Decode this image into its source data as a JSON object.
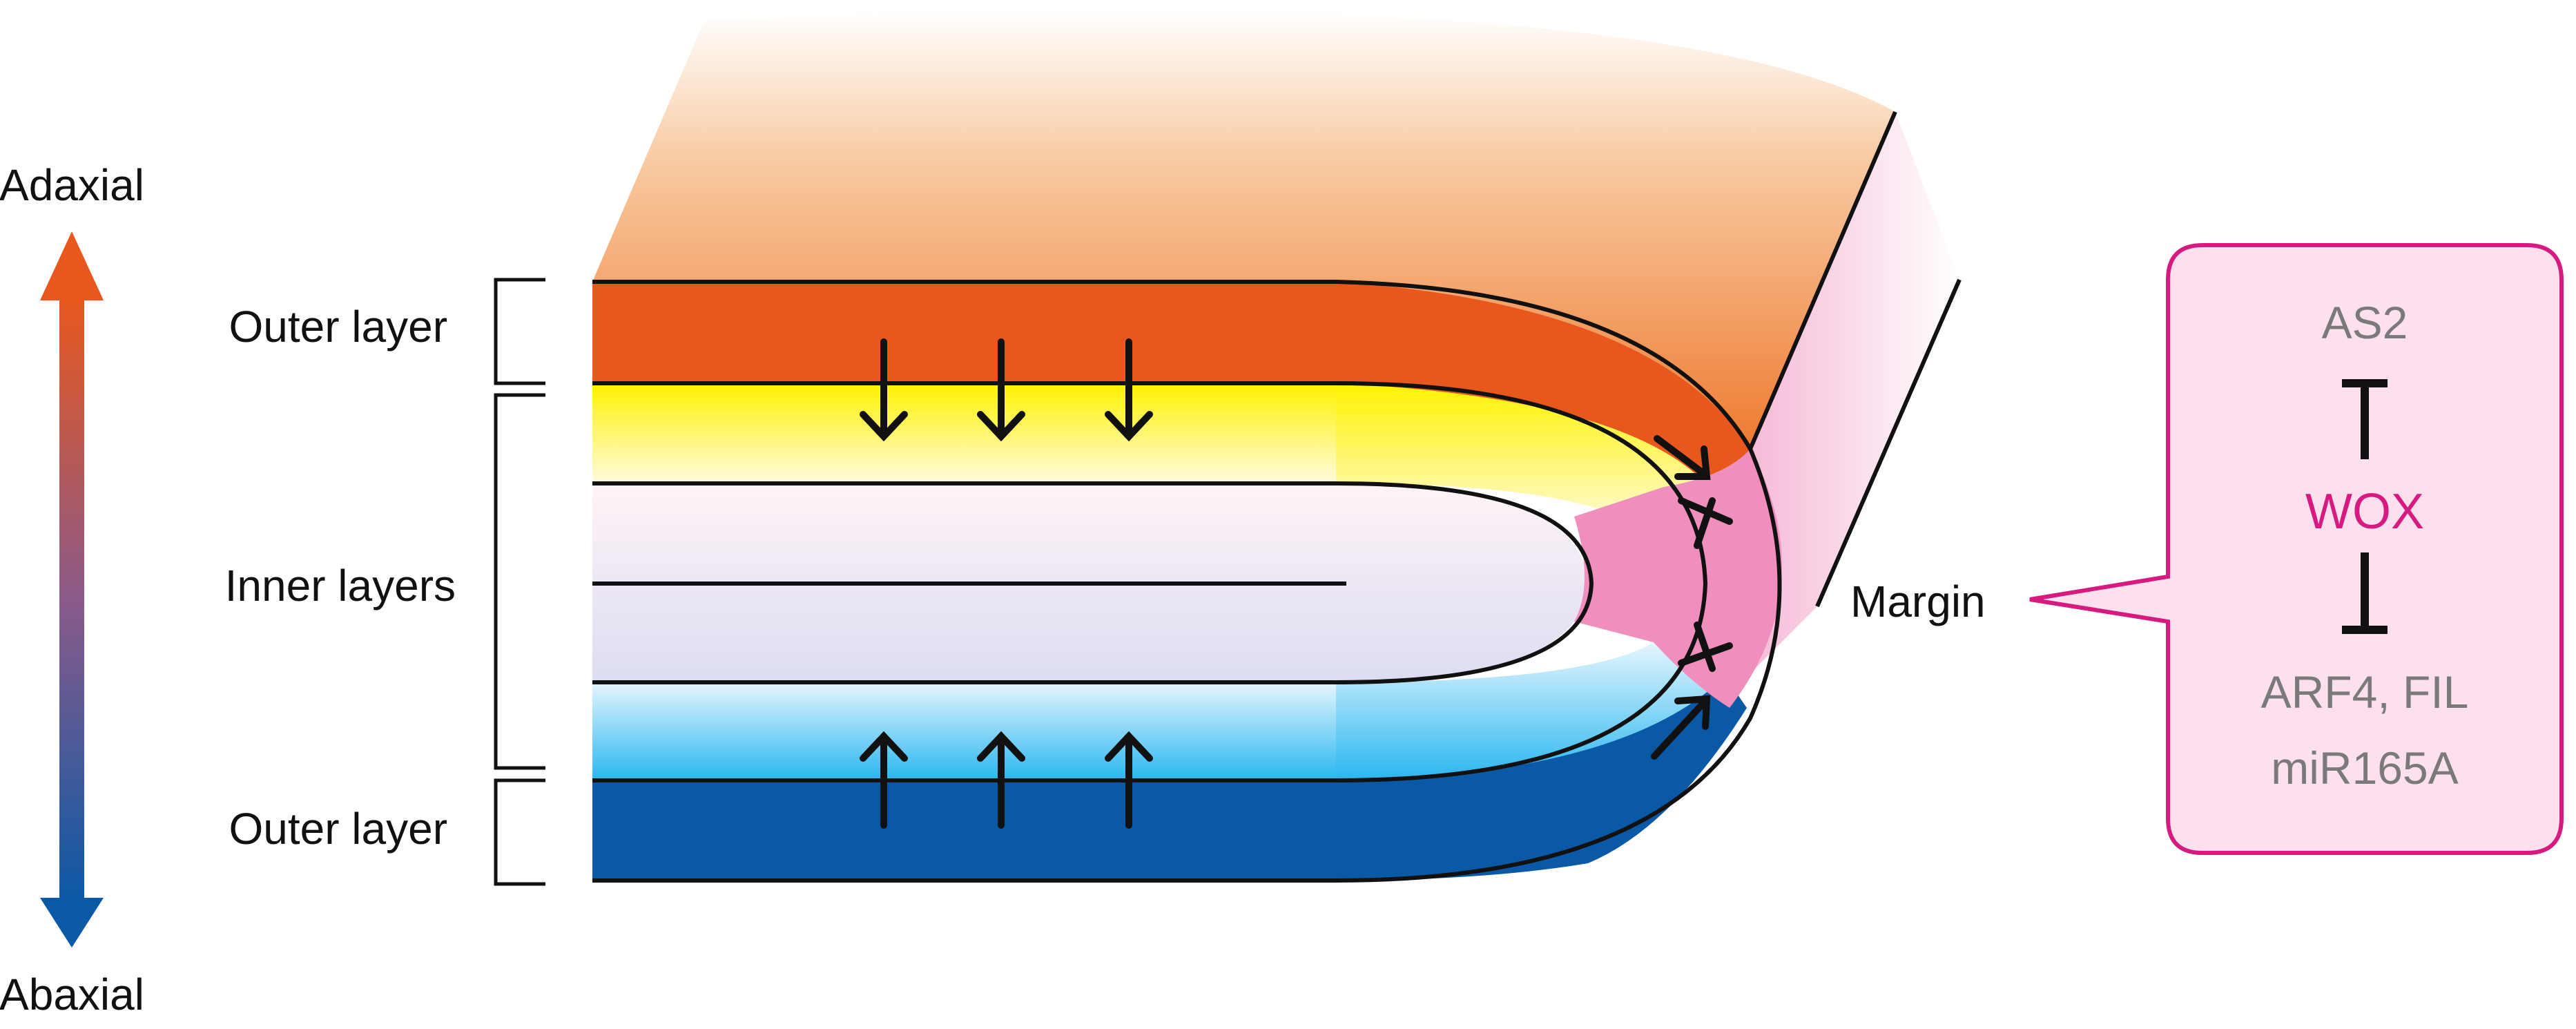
{
  "axis": {
    "top_label": "Adaxial",
    "bottom_label": "Abaxial"
  },
  "layers": {
    "outer_top": "Outer layer",
    "inner": "Inner layers",
    "outer_bottom": "Outer layer"
  },
  "margin_label": "Margin",
  "regulation_box": {
    "top": "AS2",
    "center": "WOX",
    "bottom_line1": "ARF4, FIL",
    "bottom_line2": "miR165A"
  },
  "colors": {
    "adaxial": "#e8581c",
    "abaxial": "#0a59a6",
    "margin": "#f08fbd",
    "box_border": "#d61a7f",
    "box_fill": "#fde0ee",
    "inner_top": "#fff200",
    "inner_bottom": "#29b6f0",
    "upper_surface": "#ef8a4a"
  }
}
